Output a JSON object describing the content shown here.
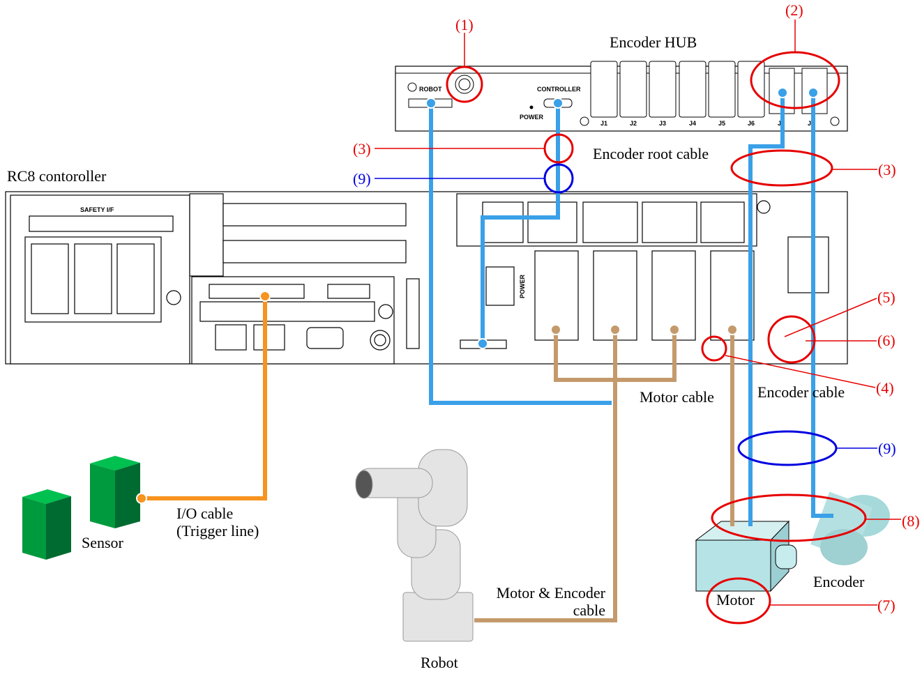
{
  "colors": {
    "encoder_cable": "#3aa0e8",
    "io_cable": "#f7931e",
    "motor_cable": "#c49a6c",
    "callout_red": "#e60000",
    "callout_blue": "#0000e0"
  },
  "labels": {
    "encoder_hub": "Encoder HUB",
    "encoder_root_cable": "Encoder root cable",
    "controller": "RC8 contoroller",
    "motor_cable": "Motor cable",
    "encoder_cable": "Encoder cable",
    "io_cable_1": "I/O cable",
    "io_cable_2": "(Trigger line)",
    "sensor": "Sensor",
    "robot": "Robot",
    "motor_encoder_cable_1": "Motor & Encoder",
    "motor_encoder_cable_2": "cable",
    "motor": "Motor",
    "encoder": "Encoder"
  },
  "device_text": {
    "safety_if": "SAFETY I/F",
    "robot_port": "ROBOT",
    "controller_port": "CONTROLLER",
    "power": "POWER",
    "power_vertical": "POWER",
    "hub_ports": [
      "J1",
      "J2",
      "J3",
      "J4",
      "J5",
      "J6",
      "J7",
      "J8"
    ]
  },
  "callouts": {
    "c1": "(1)",
    "c2": "(2)",
    "c3a": "(3)",
    "c3b": "(3)",
    "c4": "(4)",
    "c5": "(5)",
    "c6": "(6)",
    "c7": "(7)",
    "c8": "(8)",
    "c9a": "(9)",
    "c9b": "(9)"
  }
}
